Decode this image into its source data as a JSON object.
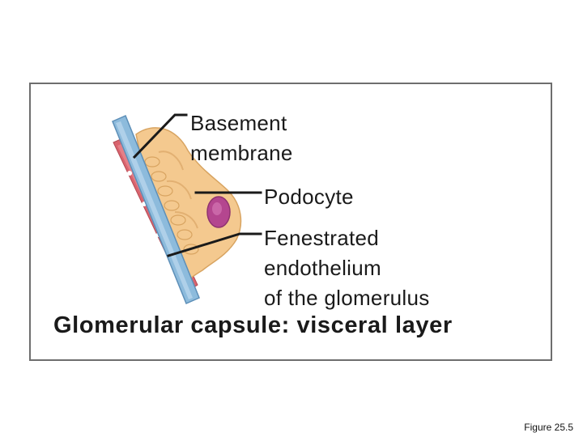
{
  "labels": {
    "basement_membrane": "Basement\nmembrane",
    "podocyte": "Podocyte",
    "fenestrated_endothelium": "Fenestrated\nendothelium\nof the glomerulus"
  },
  "caption": "Glomerular capsule: visceral layer",
  "figure_number": "Figure 25.5",
  "colors": {
    "frame": "#6e6e6e",
    "endothelium": "#d9646e",
    "basement_membrane": "#8dbbdc",
    "podocyte": "#f4c98f",
    "nucleus": "#b4468f",
    "leader_line": "#1a1a1a"
  }
}
